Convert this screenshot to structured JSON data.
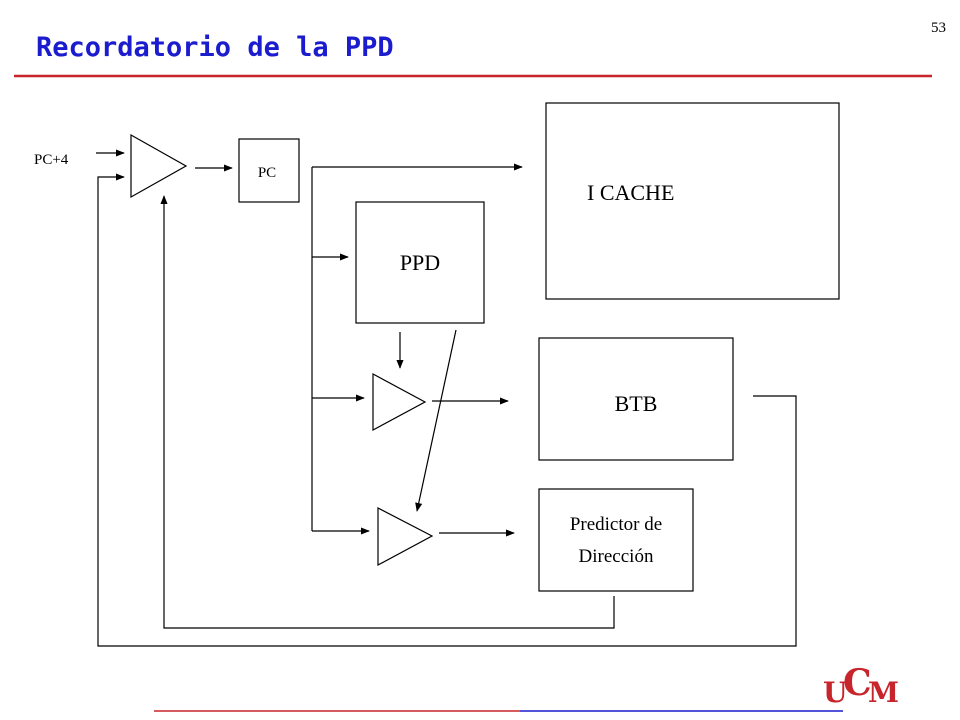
{
  "slide": {
    "title": "Recordatorio de la PPD",
    "page_number": "53",
    "title_color": "#1c1ccf",
    "title_rule_color": "#c8242c"
  },
  "diagram": {
    "input_label": "PC+4",
    "pc_label": "PC",
    "icache_label": "I CACHE",
    "ppd_label": "PPD",
    "btb_label": "BTB",
    "predictor_label_line1": "Predictor de",
    "predictor_label_line2": "Dirección"
  },
  "logo": {
    "letter_1": "U",
    "letter_2": "C",
    "letter_3": "M",
    "color": "#c8242c",
    "rule_colors": [
      "#c8242c",
      "#1c1ccf"
    ]
  }
}
